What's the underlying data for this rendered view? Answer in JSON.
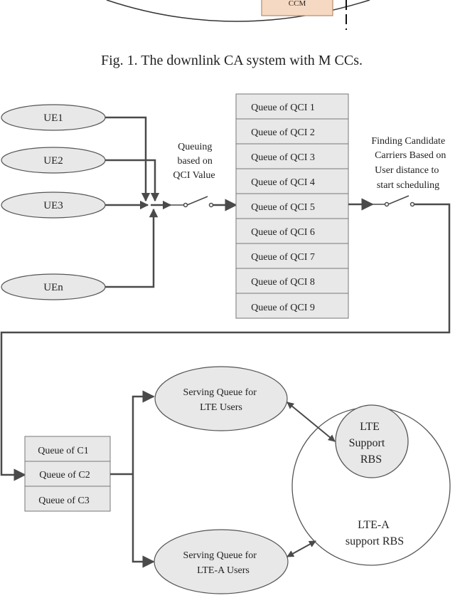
{
  "caption": "Fig. 1. The downlink CA system with M CCs.",
  "top_fragment_label": "CCM",
  "ues": [
    "UE1",
    "UE2",
    "UE3",
    "UEn"
  ],
  "queuing_label": [
    "Queuing",
    "based on",
    "QCI Value"
  ],
  "qci_queues": [
    "Queue of QCI 1",
    "Queue of QCI 2",
    "Queue of QCI 3",
    "Queue of QCI 4",
    "Queue of QCI 5",
    "Queue of QCI 6",
    "Queue of QCI 7",
    "Queue of QCI 8",
    "Queue of QCI 9"
  ],
  "candidate_label": [
    "Finding Candidate",
    "Carriers Based on",
    "User distance to",
    "start scheduling"
  ],
  "carrier_queues": [
    "Queue of C1",
    "Queue of C2",
    "Queue of C3"
  ],
  "serving_lte": [
    "Serving Queue for",
    "LTE Users"
  ],
  "serving_ltea": [
    "Serving Queue for",
    "LTE-A Users"
  ],
  "lte_rbs": [
    "LTE",
    "Support",
    "RBS"
  ],
  "ltea_rbs": [
    "LTE-A",
    "support RBS"
  ],
  "colors": {
    "box_fill": "#e8e8e8",
    "line": "#4a4a4a",
    "fragment_box": "#f6d9c2",
    "fragment_stroke": "#b88a6a"
  }
}
